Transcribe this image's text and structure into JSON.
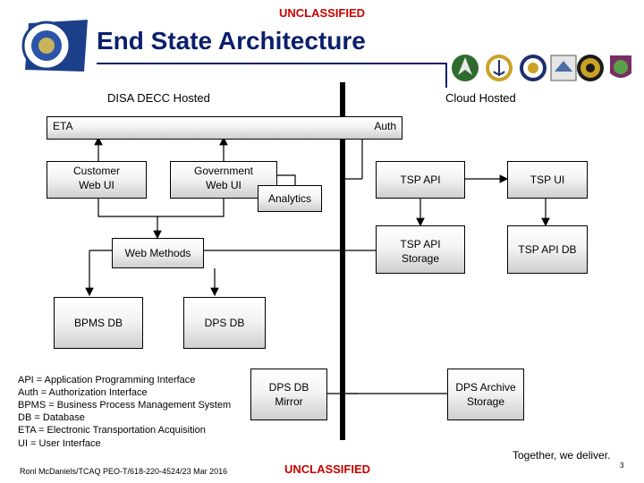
{
  "header": {
    "classification_top": "UNCLASSIFIED",
    "title": "End State Architecture"
  },
  "sections": {
    "left_heading": "DISA DECC Hosted",
    "right_heading": "Cloud Hosted"
  },
  "diagram": {
    "eta": "ETA",
    "auth": "Auth",
    "customer_web_ui": [
      "Customer",
      "Web UI"
    ],
    "government_web_ui": [
      "Government",
      "Web UI"
    ],
    "analytics": "Analytics",
    "web_methods": "Web Methods",
    "bpms_db": "BPMS DB",
    "dps_db": "DPS DB",
    "tsp_api": "TSP API",
    "tsp_ui": "TSP UI",
    "tsp_api_storage": [
      "TSP API",
      "Storage"
    ],
    "tsp_api_db": "TSP API DB",
    "dps_db_mirror": [
      "DPS DB",
      "Mirror"
    ],
    "dps_archive_storage": [
      "DPS Archive",
      "Storage"
    ]
  },
  "legend": [
    "API = Application Programming Interface",
    "Auth = Authorization Interface",
    "BPMS = Business Process Management System",
    "DB = Database",
    "ETA = Electronic Transportation Acquisition",
    "UI = User Interface"
  ],
  "footer": {
    "contact": "Ronl McDaniels/TCAQ PEO-T/618-220-4524/23 Mar 2016",
    "classification_bottom": "UNCLASSIFIED",
    "tagline": "Together, we deliver.",
    "page_number": "3"
  },
  "colors": {
    "classification": "#cc0000",
    "title": "#0b1f6b",
    "box_gradient_end": "#cfcfcf"
  },
  "logos": [
    "dod-seal",
    "air-force-emblem",
    "navy-emblem",
    "army-emblem",
    "marines-emblem",
    "coast-guard-emblem"
  ]
}
